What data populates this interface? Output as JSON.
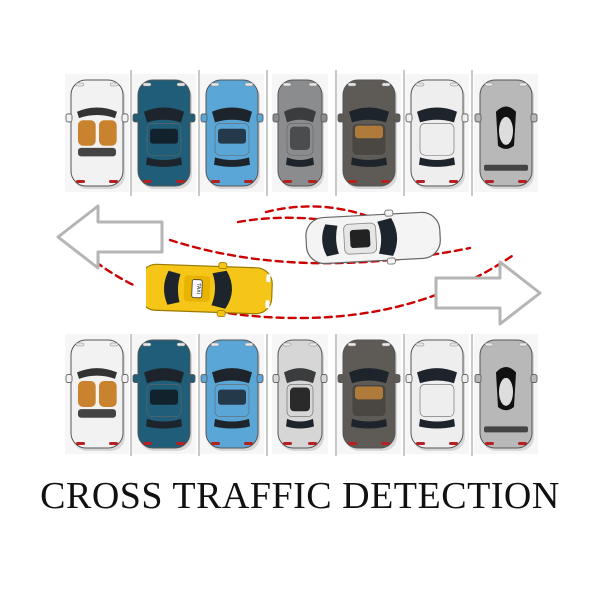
{
  "caption": "CROSS TRAFFIC DETECTION",
  "taxi_sign": "TAXI",
  "top_row": [
    {
      "label": "white convertible",
      "body": "#f2f2f2",
      "accent": "#c9822e",
      "kind": "convertible"
    },
    {
      "label": "dark teal coupe",
      "body": "#1f5d78",
      "accent": "#111820",
      "kind": "coupe"
    },
    {
      "label": "light blue hatchback",
      "body": "#5aa6d6",
      "accent": "#1b2630",
      "kind": "hatch"
    },
    {
      "label": "grey sedan",
      "body": "#8a8c8e",
      "accent": "#4a4c4e",
      "kind": "sunroof"
    },
    {
      "label": "dark grey suv",
      "body": "#5e5a56",
      "accent": "#b07a3a",
      "kind": "suv"
    },
    {
      "label": "white sedan",
      "body": "#eeeeee",
      "accent": "#1b2026",
      "kind": "sedan"
    },
    {
      "label": "silver supercar",
      "body": "#b8b8b8",
      "accent": "#111111",
      "kind": "super"
    }
  ],
  "bottom_row": [
    {
      "label": "white convertible",
      "body": "#f2f2f2",
      "accent": "#c9822e",
      "kind": "convertible"
    },
    {
      "label": "dark teal coupe",
      "body": "#1f5d78",
      "accent": "#111820",
      "kind": "coupe"
    },
    {
      "label": "light blue hatchback",
      "body": "#5aa6d6",
      "accent": "#1b2630",
      "kind": "hatch"
    },
    {
      "label": "grey sedan",
      "body": "#d6d6d6",
      "accent": "#2a2a2a",
      "kind": "sunroof"
    },
    {
      "label": "dark grey suv",
      "body": "#5e5a56",
      "accent": "#b07a3a",
      "kind": "suv"
    },
    {
      "label": "white sedan",
      "body": "#eeeeee",
      "accent": "#1b2026",
      "kind": "sedan"
    },
    {
      "label": "silver supercar",
      "body": "#b8b8b8",
      "accent": "#111111",
      "kind": "super"
    }
  ],
  "colors": {
    "taxi": "#f5c518",
    "crossing_car": "#f4f4f4",
    "detection": "#cc0000",
    "arrow_fill": "#ffffff",
    "arrow_stroke": "#b5b5b5",
    "slot_line": "#c9c9c9",
    "slot_background": "#f2f2f2"
  }
}
